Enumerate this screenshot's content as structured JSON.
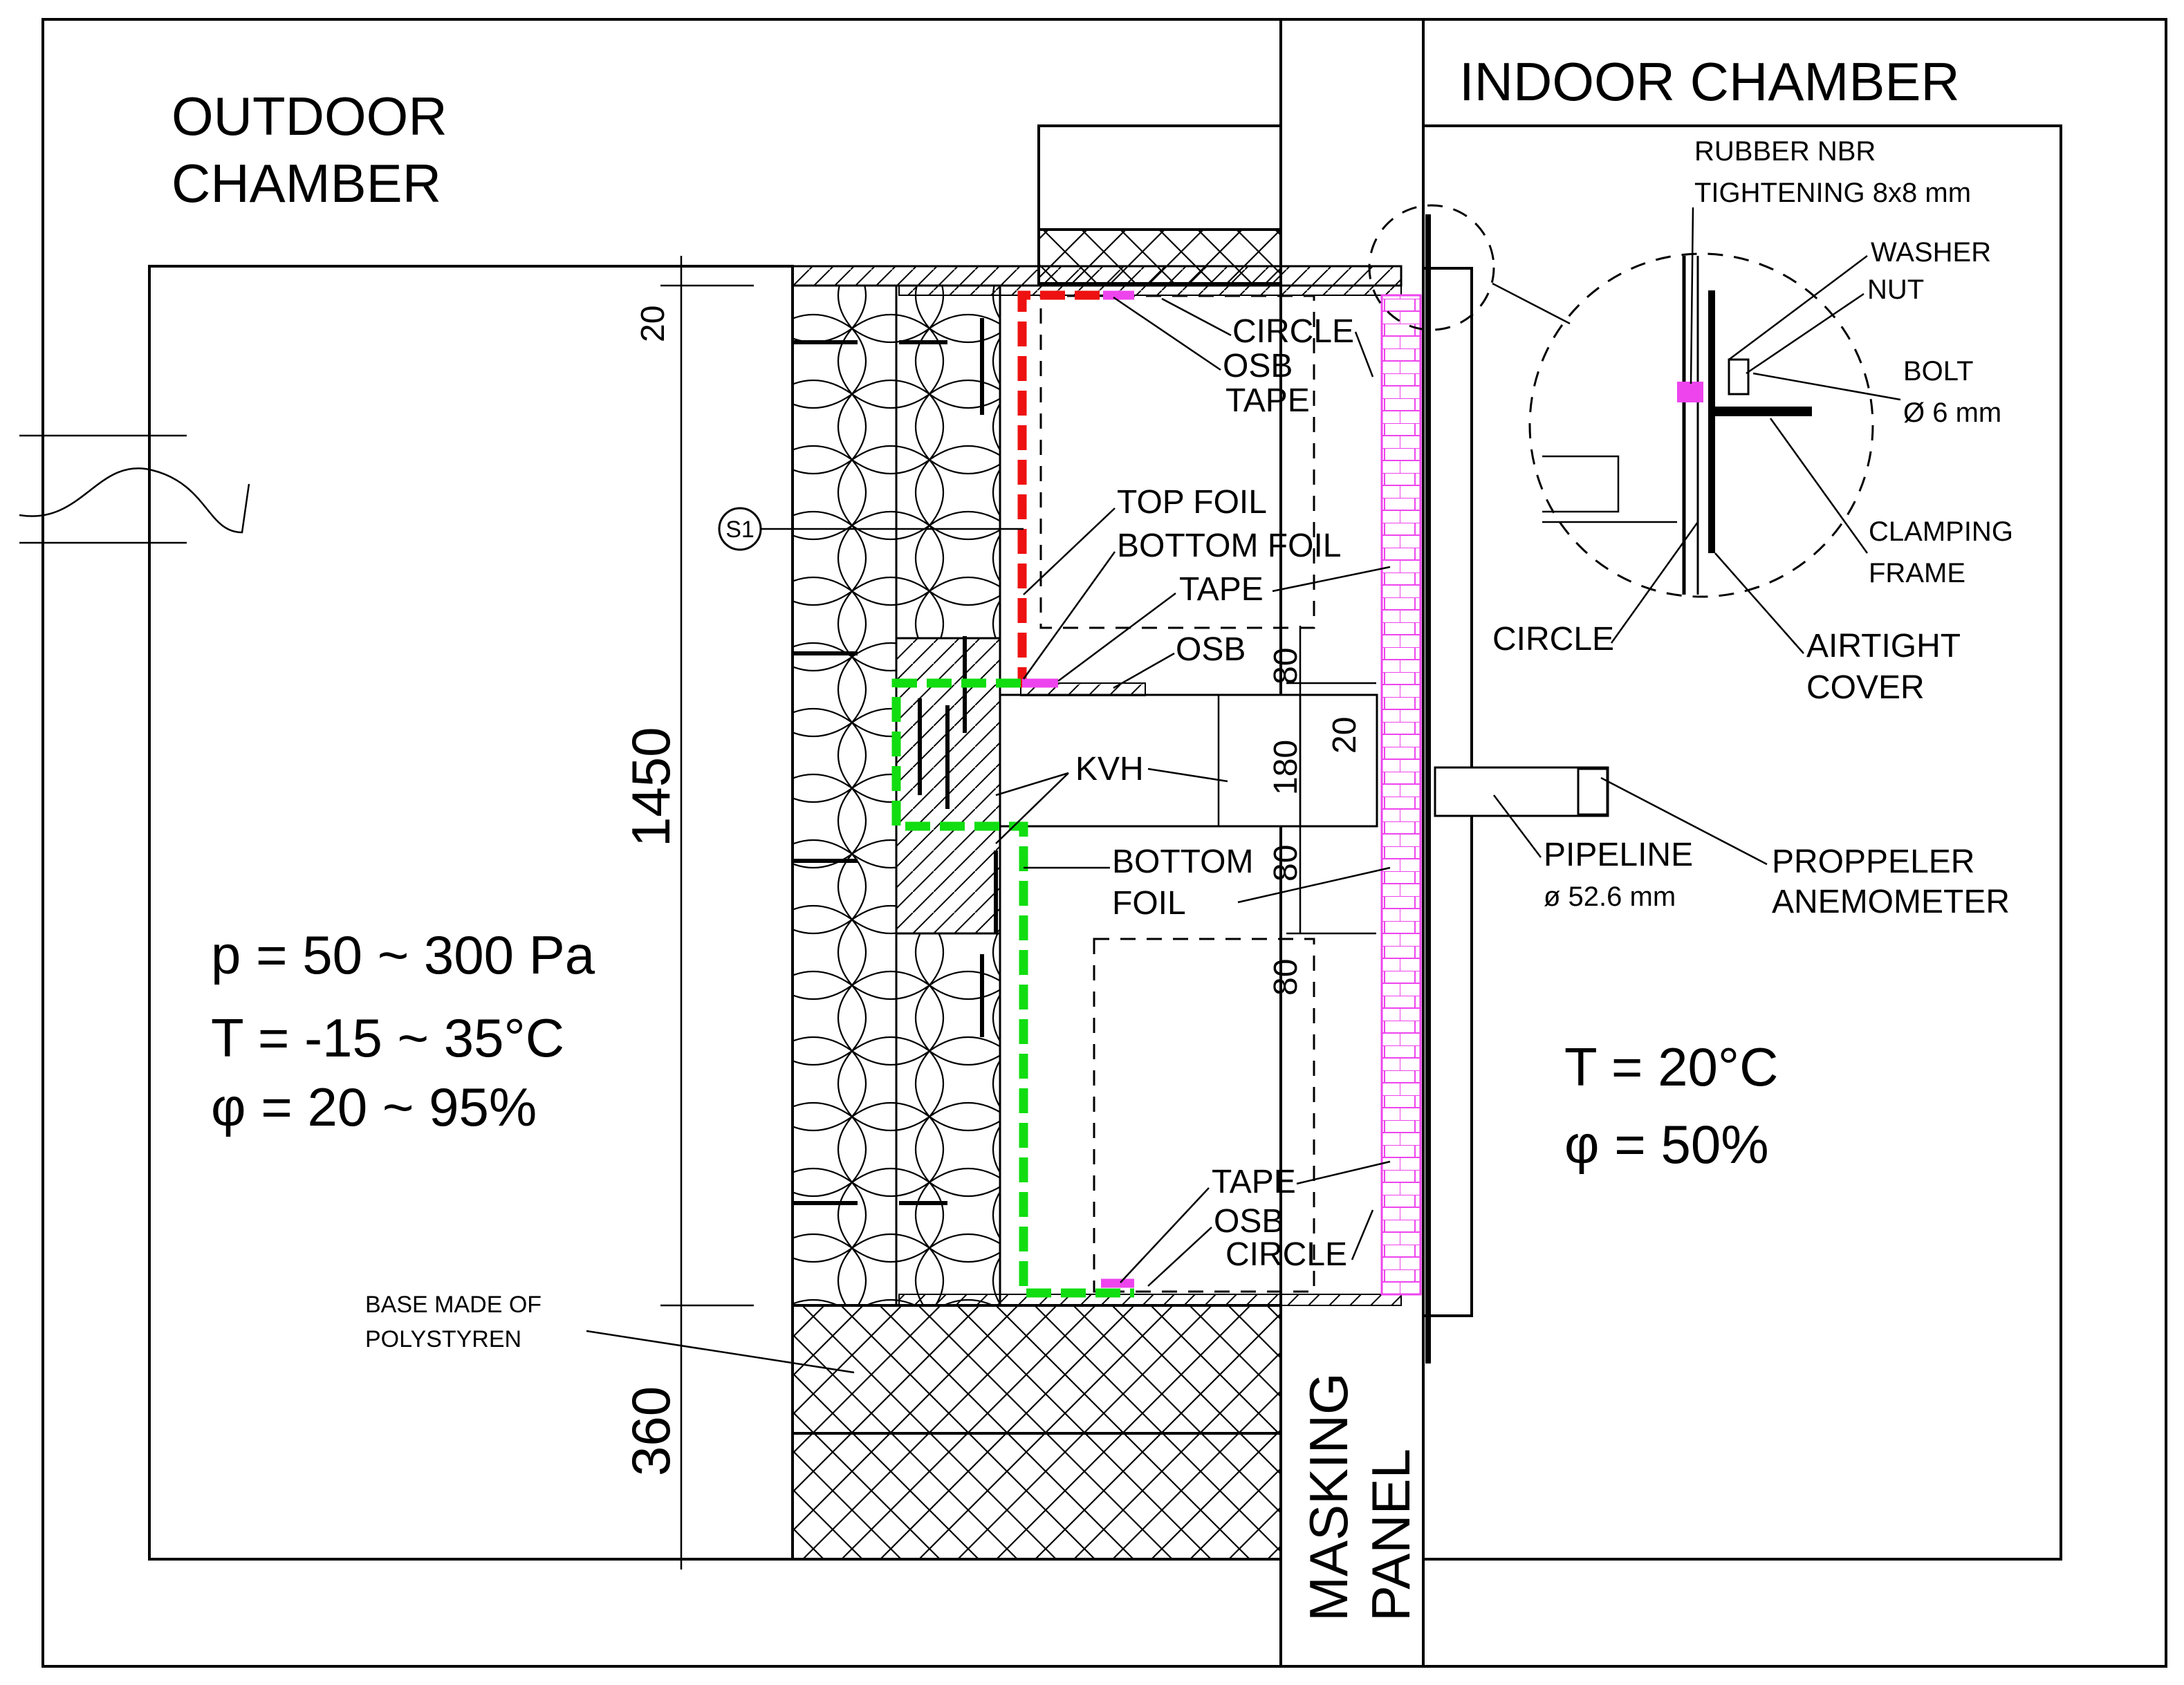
{
  "outdoor": {
    "title_line1": "OUTDOOR",
    "title_line2": "CHAMBER",
    "pressure": "p = 50 ~ 300  Pa",
    "temperature": "T = -15 ~ 35°C",
    "humidity": "φ = 20 ~ 95%",
    "base_line1": "BASE MADE OF",
    "base_line2": "POLYSTYREN"
  },
  "indoor": {
    "title": "INDOOR CHAMBER",
    "temperature": "T = 20°C",
    "humidity": "φ = 50%"
  },
  "masking": {
    "line1": "MASKING",
    "line2": "PANEL"
  },
  "dimensions": {
    "d20": "20",
    "d1450": "1450",
    "d360": "360",
    "d80a": "80",
    "d20b": "20",
    "d180": "180",
    "d80b": "80",
    "d80c": "80"
  },
  "section_marker": "S1",
  "labels": {
    "circle_top": "CIRCLE",
    "osb_top": "OSB",
    "tape_top": "TAPE",
    "top_foil": "TOP FOIL",
    "bottom_foil_top": "BOTTOM FOIL",
    "tape_mid": "TAPE",
    "osb_mid": "OSB",
    "kvh": "KVH",
    "bottom_foil_line1": "BOTTOM",
    "bottom_foil_line2": "FOIL",
    "tape_bottom": "TAPE",
    "osb_bottom": "OSB",
    "circle_bottom": "CIRCLE",
    "pipeline_line1": "PIPELINE",
    "pipeline_line2": "ø 52.6 mm",
    "anemometer_line1": "PROPPELER",
    "anemometer_line2": "ANEMOMETER"
  },
  "detail": {
    "rubber_line1": "RUBBER NBR",
    "rubber_line2": "TIGHTENING 8x8 mm",
    "washer": "WASHER",
    "nut": "NUT",
    "bolt_line1": "BOLT",
    "bolt_line2": "Ø 6 mm",
    "clamping_line1": "CLAMPING",
    "clamping_line2": "FRAME",
    "circle": "CIRCLE",
    "airtight_line1": "AIRTIGHT",
    "airtight_line2": "COVER"
  },
  "colors": {
    "red_foil": "#ee1111",
    "green_foil": "#11dd11",
    "magenta_tape": "#ee44ee"
  }
}
